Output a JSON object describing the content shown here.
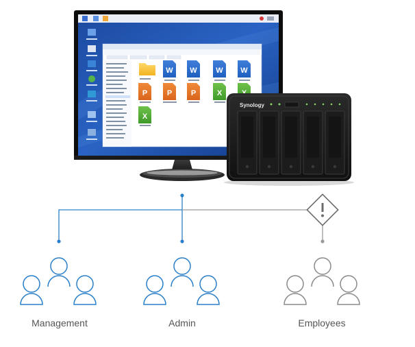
{
  "groups": [
    {
      "label": "Management",
      "icon": "people-group-icon",
      "access": "granted"
    },
    {
      "label": "Admin",
      "icon": "people-group-icon",
      "access": "granted"
    },
    {
      "label": "Employees",
      "icon": "people-group-icon",
      "access": "restricted"
    }
  ],
  "devices": {
    "monitor": {
      "icon": "monitor-icon"
    },
    "nas": {
      "icon": "nas-server-icon",
      "brand": "Synology",
      "drive_bays": 5
    }
  },
  "desktop": {
    "file_window": {
      "files": [
        {
          "type": "folder"
        },
        {
          "type": "word",
          "letter": "W"
        },
        {
          "type": "word",
          "letter": "W"
        },
        {
          "type": "word",
          "letter": "W"
        },
        {
          "type": "word",
          "letter": "W"
        },
        {
          "type": "powerpoint",
          "letter": "P"
        },
        {
          "type": "powerpoint",
          "letter": "P"
        },
        {
          "type": "powerpoint",
          "letter": "P"
        },
        {
          "type": "excel",
          "letter": "X"
        },
        {
          "type": "excel",
          "letter": "X"
        },
        {
          "type": "excel",
          "letter": "X"
        }
      ]
    }
  },
  "colors": {
    "granted_line": "#2a7fc9",
    "restricted_line": "#9a9a9a",
    "warning_icon": "#6b6b6b"
  }
}
